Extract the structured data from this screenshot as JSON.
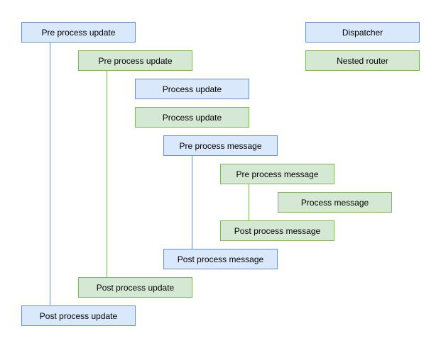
{
  "diagram": {
    "background_color": "#ffffff",
    "palette": {
      "dispatcher_fill": "#dae8fc",
      "dispatcher_stroke": "#6c8ebf",
      "nested_router_fill": "#d5e8d4",
      "nested_router_stroke": "#82b366",
      "text_color": "#000000"
    },
    "legend": [
      {
        "label": "Dispatcher",
        "style": "blue"
      },
      {
        "label": "Nested router",
        "style": "green"
      }
    ],
    "nodes": [
      {
        "label": "Pre process update",
        "style": "blue"
      },
      {
        "label": "Pre process update",
        "style": "green"
      },
      {
        "label": "Process update",
        "style": "blue"
      },
      {
        "label": "Process update",
        "style": "green"
      },
      {
        "label": "Pre process message",
        "style": "blue"
      },
      {
        "label": "Pre process message",
        "style": "green"
      },
      {
        "label": "Process message",
        "style": "green"
      },
      {
        "label": "Post process message",
        "style": "green"
      },
      {
        "label": "Post process message",
        "style": "blue"
      },
      {
        "label": "Post process update",
        "style": "green"
      },
      {
        "label": "Post process update",
        "style": "blue"
      }
    ],
    "connectors": [
      {
        "from": "Pre process update (blue)",
        "to": "Post process update (blue)",
        "color": "#6c8ebf"
      },
      {
        "from": "Pre process update (green)",
        "to": "Post process update (green)",
        "color": "#82b366"
      },
      {
        "from": "Pre process message (blue)",
        "to": "Post process message (blue)",
        "color": "#6c8ebf"
      },
      {
        "from": "Pre process message (green)",
        "to": "Post process message (green)",
        "color": "#82b366"
      }
    ]
  }
}
